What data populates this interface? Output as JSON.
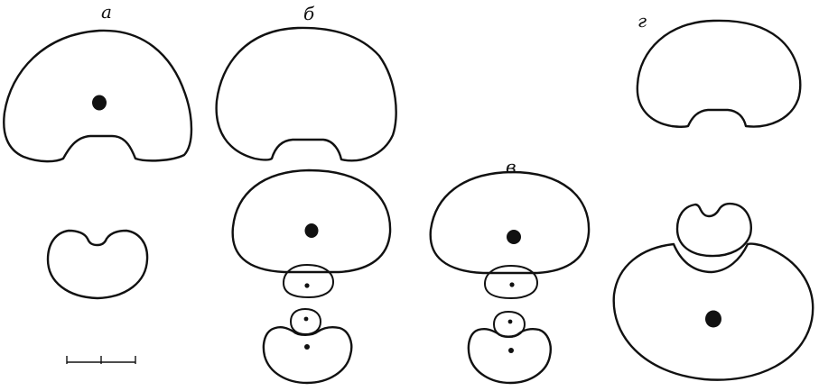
{
  "figure": {
    "labels": {
      "a": "а",
      "b": "б",
      "v": "в",
      "g": "г"
    },
    "colors": {
      "ink": "#111111",
      "paper": "#ffffff"
    }
  }
}
